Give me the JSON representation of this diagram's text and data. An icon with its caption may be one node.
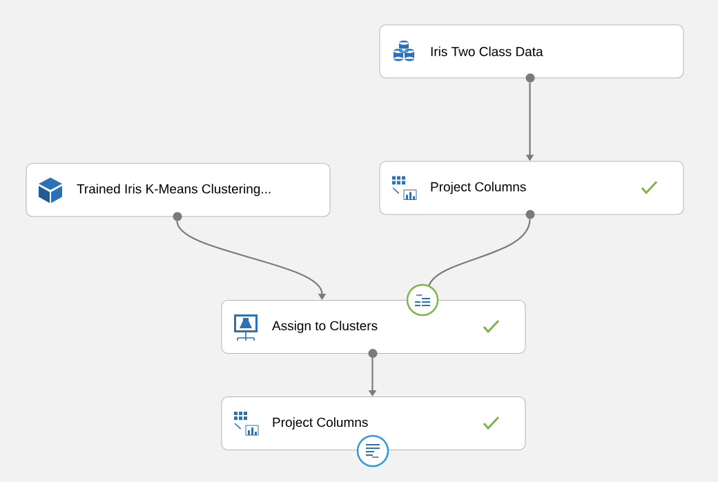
{
  "diagram": {
    "nodes": [
      {
        "text": [
          "Iris Two Class Data"
        ]
      },
      {
        "text": [
          "Project Columns"
        ]
      },
      {
        "text": [
          "Trained Iris K-Means Clustering..."
        ]
      },
      {
        "text": [
          "Assign to Clusters"
        ]
      },
      {
        "text": [
          "Project Columns"
        ]
      }
    ],
    "edges": [
      {
        "from": 0,
        "to": 1,
        "arrow": "to"
      },
      {
        "from": 2,
        "to": 3,
        "arrow": "to"
      },
      {
        "from": 1,
        "to": 3,
        "arrow": "none"
      },
      {
        "from": 3,
        "to": 4,
        "arrow": "to"
      }
    ]
  }
}
